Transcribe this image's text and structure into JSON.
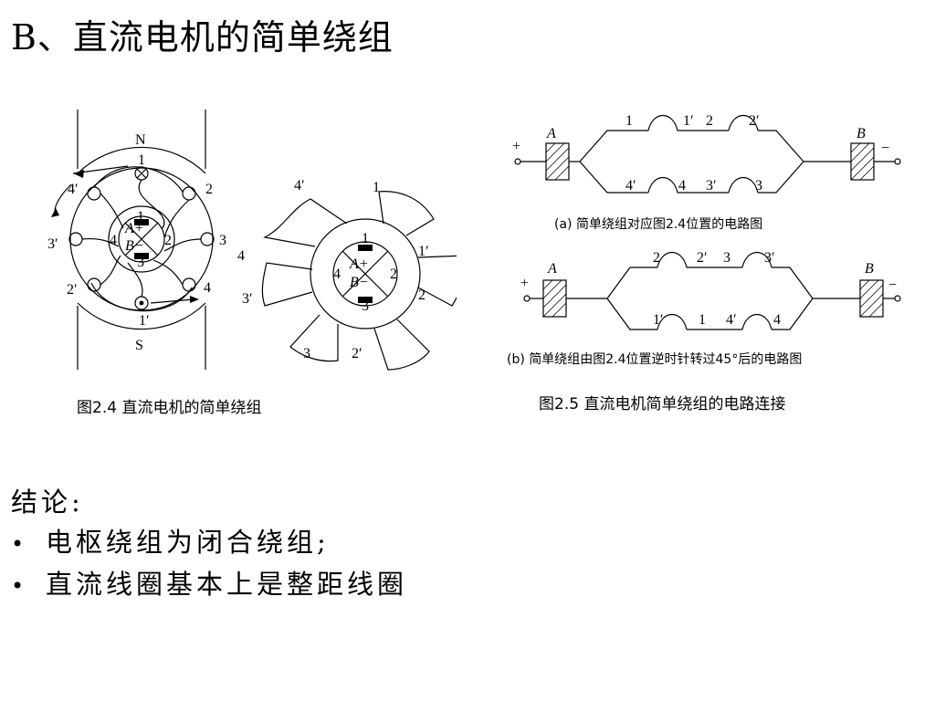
{
  "title": "B、直流电机的简单绕组",
  "figure_left": {
    "caption": "图2.4  直流电机的简单绕组",
    "label_N": "N",
    "label_S": "S",
    "coil_labels_a": [
      "1",
      "2",
      "3",
      "4",
      "4′",
      "3′",
      "2′",
      "1′"
    ],
    "brush_a": "A+",
    "brush_b": "B−",
    "seg_a": [
      "1",
      "2",
      "3",
      "4"
    ],
    "coil_labels_b": [
      "1",
      "1′",
      "2",
      "2′",
      "3",
      "3′",
      "4",
      "4′"
    ],
    "seg_b": [
      "1",
      "2",
      "3",
      "4"
    ]
  },
  "figure_right": {
    "caption": "图2.5 直流电机简单绕组的电路连接",
    "a": {
      "plus": "+",
      "minus": "−",
      "A": "A",
      "B": "B",
      "top": [
        "1",
        "1′",
        "2",
        "2′"
      ],
      "bottom": [
        "4′",
        "4",
        "3′",
        "3"
      ],
      "subcaption": "(a) 简单绕组对应图2.4位置的电路图"
    },
    "b": {
      "plus": "+",
      "minus": "−",
      "A": "A",
      "B": "B",
      "top": [
        "2",
        "2′",
        "3",
        "3′"
      ],
      "bottom": [
        "1′",
        "1",
        "4′",
        "4"
      ],
      "subcaption": "(b) 简单绕组由图2.4位置逆时针转过45°后的电路图"
    }
  },
  "conclusion": {
    "heading": "结论:",
    "bullet_mark": "•",
    "items": [
      "电枢绕组为闭合绕组;",
      "直流线圈基本上是整距线圈"
    ]
  }
}
